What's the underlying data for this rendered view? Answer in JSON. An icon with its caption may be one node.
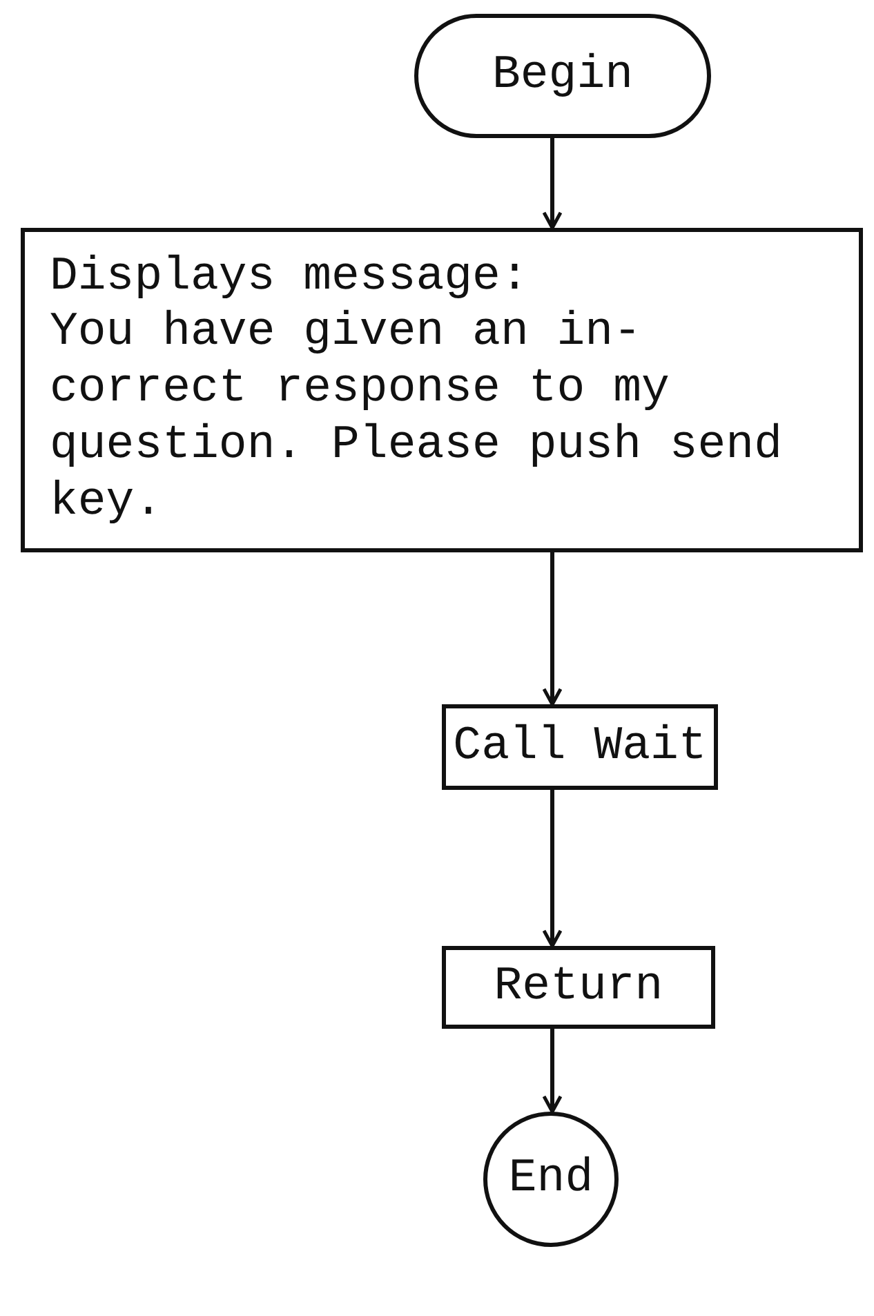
{
  "diagram": {
    "nodes": [
      {
        "text": [
          "Begin"
        ]
      },
      {
        "text": [
          "Displays message:",
          "You have given an in- correct response to my question. Please push send key."
        ]
      },
      {
        "text": [
          "Call Wait"
        ]
      },
      {
        "text": [
          "Return"
        ]
      },
      {
        "text": [
          "End"
        ]
      }
    ],
    "edges": [
      {
        "from": 0,
        "to": 1,
        "arrow": "to"
      },
      {
        "from": 1,
        "to": 2,
        "arrow": "to"
      },
      {
        "from": 2,
        "to": 3,
        "arrow": "to"
      },
      {
        "from": 3,
        "to": 4,
        "arrow": "to"
      }
    ]
  }
}
